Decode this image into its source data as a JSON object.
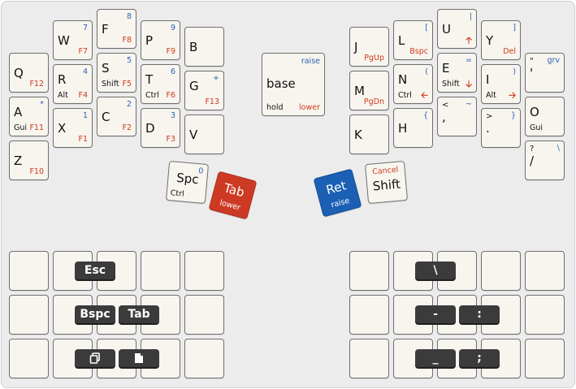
{
  "layer": {
    "name": "base",
    "top": "raise",
    "hold": "hold",
    "lower": "lower"
  },
  "left": {
    "q": {
      "main": "Q",
      "fn": "F12"
    },
    "a": {
      "main": "A",
      "sub": "Gui",
      "fn": "F11",
      "sym": "*"
    },
    "z": {
      "main": "Z",
      "fn": "F10"
    },
    "w": {
      "main": "W",
      "num": "7",
      "fn": "F7"
    },
    "r": {
      "main": "R",
      "num": "4",
      "sub": "Alt",
      "fn": "F4"
    },
    "x": {
      "main": "X",
      "num": "1",
      "fn": "F1"
    },
    "f": {
      "main": "F",
      "num": "8",
      "fn": "F8"
    },
    "s": {
      "main": "S",
      "num": "5",
      "sub": "Shift",
      "fn": "F5"
    },
    "c": {
      "main": "C",
      "num": "2",
      "fn": "F2"
    },
    "p": {
      "main": "P",
      "num": "9",
      "fn": "F9"
    },
    "t": {
      "main": "T",
      "num": "6",
      "sub": "Ctrl",
      "fn": "F6"
    },
    "d": {
      "main": "D",
      "num": "3",
      "fn": "F3"
    },
    "b": {
      "main": "B"
    },
    "g": {
      "main": "G",
      "sym": "+",
      "fn": "F13"
    },
    "v": {
      "main": "V"
    }
  },
  "right": {
    "j": {
      "main": "J",
      "fn": "PgUp"
    },
    "m": {
      "main": "M",
      "fn": "PgDn"
    },
    "k": {
      "main": "K"
    },
    "l": {
      "main": "L",
      "sym": "[",
      "fn": "Bspc"
    },
    "n": {
      "main": "N",
      "sym": "(",
      "sub": "Ctrl"
    },
    "h": {
      "main": "H",
      "sym": "{"
    },
    "u": {
      "main": "U",
      "sym": "|"
    },
    "e": {
      "main": "E",
      "sym": "=",
      "sub": "Shift"
    },
    "comma": {
      "main": ",",
      "shift": "<",
      "sym": "~"
    },
    "y": {
      "main": "Y",
      "sym": "]",
      "fn": "Del"
    },
    "i": {
      "main": "I",
      "sym": ")",
      "sub": "Alt"
    },
    "dot": {
      "main": ".",
      "shift": ">",
      "sym": "}"
    },
    "quote": {
      "main": "'",
      "shift": "\"",
      "sym": "grv"
    },
    "o": {
      "main": "O",
      "sub": "Gui"
    },
    "slash": {
      "main": "/",
      "shift": "?",
      "sym": "\\"
    }
  },
  "thumbs": {
    "spc": {
      "main": "Spc",
      "num": "0",
      "sub": "Ctrl"
    },
    "tab": {
      "main": "Tab",
      "sub": "lower"
    },
    "ret": {
      "main": "Ret",
      "sub": "raise"
    },
    "shift": {
      "main": "Shift",
      "top": "Cancel"
    }
  },
  "combos": {
    "esc": "Esc",
    "bspc": "Bspc",
    "tab": "Tab",
    "backslash": "\\",
    "minus": "-",
    "colon": ":",
    "underscore": "_",
    "semicolon": ";",
    "copy_icon": "copy-icon",
    "paste_icon": "paste-icon"
  },
  "colors": {
    "key_bg": "#f8f5ef",
    "fn": "#d03a1c",
    "num": "#2b62b8",
    "tab_key": "#cd3a24",
    "ret_key": "#1b60b5",
    "combo": "#3b3b3b"
  }
}
